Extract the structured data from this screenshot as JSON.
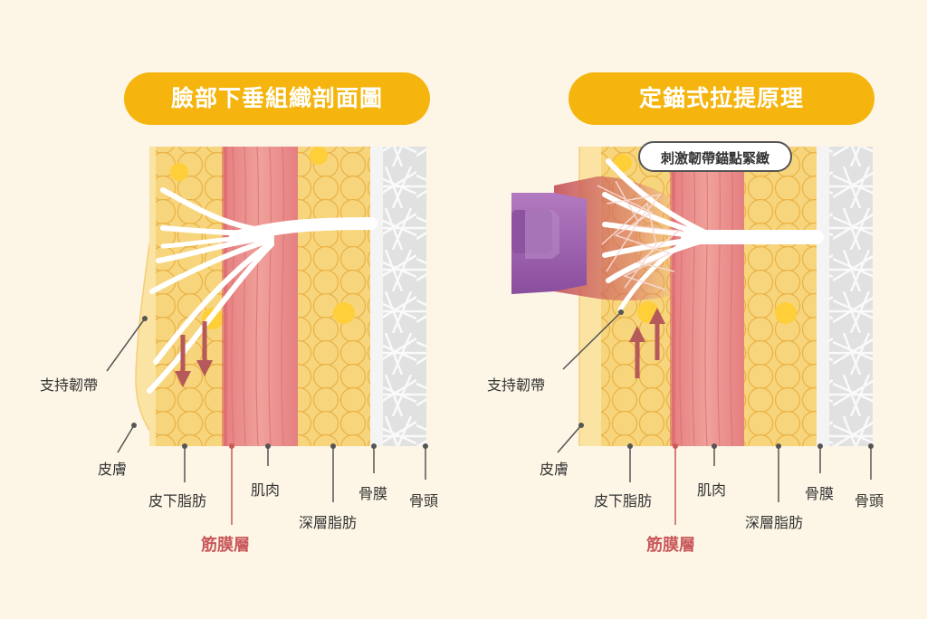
{
  "left_panel": {
    "title": "臉部下垂組織剖面圖",
    "labels": {
      "ligament": "支持韌帶",
      "skin": "皮膚",
      "subcutaneous_fat": "皮下脂肪",
      "muscle": "肌肉",
      "deep_fat": "深層脂肪",
      "periosteum": "骨膜",
      "bone": "骨頭",
      "fascia": "筋膜層"
    }
  },
  "right_panel": {
    "title": "定錨式拉提原理",
    "callout": "刺激韌帶錨點緊緻",
    "labels": {
      "ligament": "支持韌帶",
      "skin": "皮膚",
      "subcutaneous_fat": "皮下脂肪",
      "muscle": "肌肉",
      "deep_fat": "深層脂肪",
      "periosteum": "骨膜",
      "bone": "骨頭",
      "fascia": "筋膜層"
    }
  },
  "colors": {
    "background": "#fdf6e6",
    "title_pill": "#f5b50e",
    "fat": "#f7d57c",
    "fat_highlight": "#ffcf3a",
    "muscle": "#ea8e8b",
    "skin": "#fbe3a4",
    "periosteum": "#f3f3f3",
    "bone": "#e0e0e0",
    "arrow": "#b5595a",
    "device": "#9b5fae",
    "fascia_label": "#c9585b"
  }
}
